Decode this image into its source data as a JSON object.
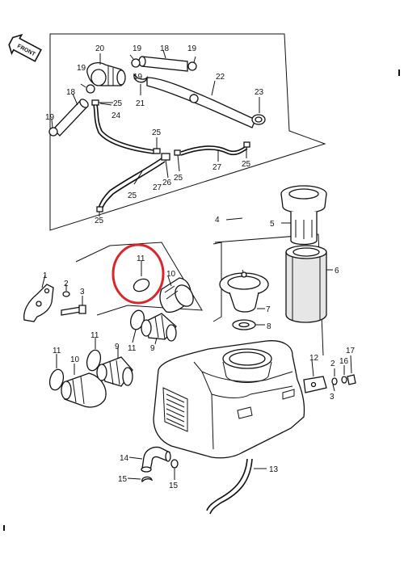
{
  "front_label": "FRONT",
  "highlight_color": "#d9262b",
  "part_numbers": {
    "p20": "20",
    "p19a": "19",
    "p19b": "19",
    "p18a": "18",
    "p19c": "19",
    "p22": "22",
    "p19d": "19",
    "p21": "21",
    "p18b": "18",
    "p25a": "25",
    "p23": "23",
    "p19e": "19",
    "p24": "24",
    "p25b": "25",
    "p25c": "25",
    "p27a": "27",
    "p26": "26",
    "p25d": "25",
    "p27b": "27",
    "p25e": "25",
    "p25f": "25",
    "p4": "4",
    "p5": "5",
    "p11a": "11",
    "p10a": "10",
    "p6": "6",
    "p1": "1",
    "p2a": "2",
    "p3a": "3",
    "p7": "7",
    "p8": "8",
    "p11b": "11",
    "p9a": "9",
    "p11c": "11",
    "p11d": "11",
    "p10b": "10",
    "p9b": "9",
    "p12": "12",
    "p17": "17",
    "p16": "16",
    "p2b": "2",
    "p3b": "3",
    "p14": "14",
    "p13": "13",
    "p15a": "15",
    "p15b": "15"
  }
}
